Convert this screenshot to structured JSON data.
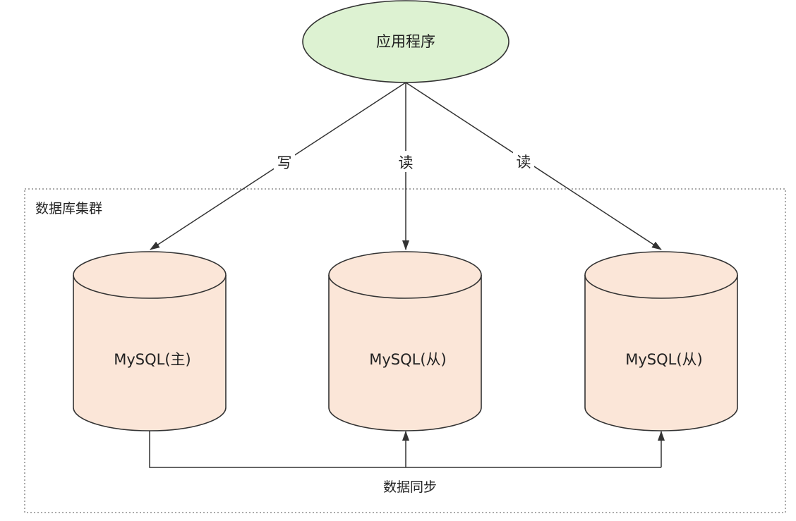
{
  "app": {
    "label": "应用程序",
    "fill": "#ddf2d2",
    "stroke": "#333333"
  },
  "cluster": {
    "label": "数据库集群",
    "border": "#555555"
  },
  "databases": [
    {
      "label": "MySQL(主)",
      "fill": "#fbe6d8"
    },
    {
      "label": "MySQL(从)",
      "fill": "#fbe6d8"
    },
    {
      "label": "MySQL(从)",
      "fill": "#fbe6d8"
    }
  ],
  "edges": [
    {
      "label": "写"
    },
    {
      "label": "读"
    },
    {
      "label": "读"
    }
  ],
  "sync": {
    "label": "数据同步"
  }
}
